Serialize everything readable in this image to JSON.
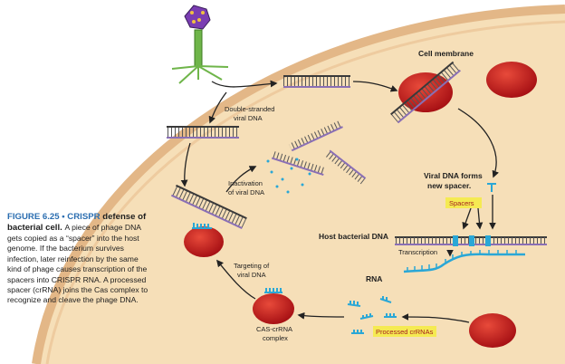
{
  "figure": {
    "number": "FIGURE 6.25",
    "bullet": "•",
    "title_colored": "CRISPR",
    "title_rest": "defense of bacterial cell.",
    "body": "A piece of phage DNA gets copied as a “spacer” into the host genome. If the bacterium survives infection, later reinfection by the same kind of phage causes transcription of the spacers into CRISPR RNA. A processed spacer (crRNA) joins the Cas complex to recognize and cleave the phage DNA."
  },
  "labels": {
    "cell_membrane": "Cell membrane",
    "double_stranded": [
      "Double-stranded",
      "viral DNA"
    ],
    "viral_dna_forms": [
      "Viral DNA forms",
      "new spacer."
    ],
    "spacers": "Spacers",
    "inactivation": [
      "Inactivation",
      "of viral DNA"
    ],
    "host_dna": "Host bacterial DNA",
    "transcription": "Transcription",
    "targeting": [
      "Targeting of",
      "viral DNA"
    ],
    "rna": "RNA",
    "cas_complex": [
      "CAS-crRNA",
      "complex"
    ],
    "processed": "Processed crRNAs"
  },
  "colors": {
    "cytoplasm": "#f6dfb8",
    "membrane": "#e3b787",
    "dna_purple": "#8a6fb5",
    "dna_dark": "#3a3a3a",
    "rna_blue": "#2aa7d6",
    "cas_red": "#c01818",
    "highlight": "#f5ea52",
    "caption_blue": "#2a6db0"
  }
}
